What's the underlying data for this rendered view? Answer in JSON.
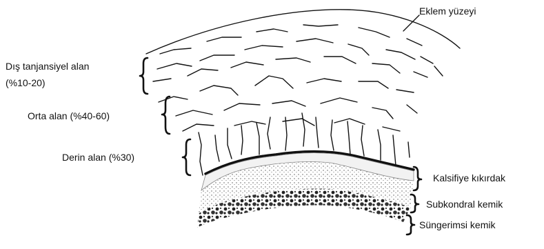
{
  "labels": {
    "articular_surface": "Eklem yüzeyi",
    "superficial_zone_line1": "Dış tanjansiyel alan",
    "superficial_zone_line2": "(%10-20)",
    "middle_zone": "Orta alan (%40-60)",
    "deep_zone": "Derin alan (%30)",
    "calcified_cartilage": "Kalsifiye kıkırdak",
    "subchondral_bone": "Subkondral kemik",
    "cancellous_bone": "Süngerimsi kemik"
  },
  "colors": {
    "ink": "#111111",
    "background": "#ffffff"
  }
}
